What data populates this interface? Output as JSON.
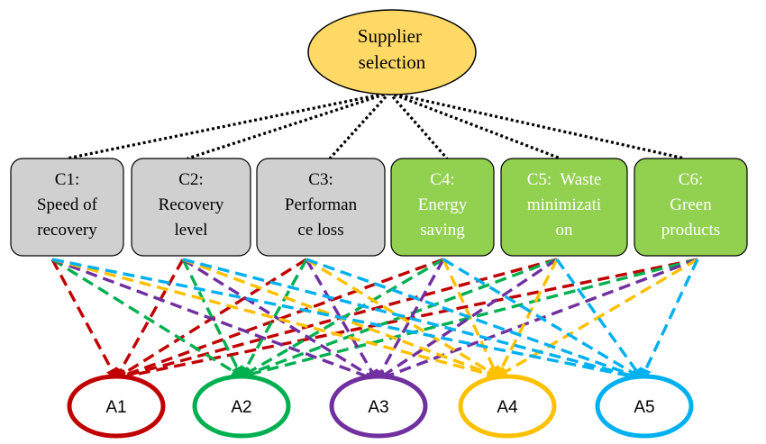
{
  "root": {
    "lines": [
      "Supplier",
      "selection"
    ]
  },
  "criteria": [
    {
      "id": "c1",
      "lines": [
        "C1:",
        "Speed of",
        "recovery"
      ],
      "group": "gray"
    },
    {
      "id": "c2",
      "lines": [
        "C2:",
        "Recovery",
        "level"
      ],
      "group": "gray"
    },
    {
      "id": "c3",
      "lines": [
        "C3:",
        "Performan",
        "ce loss"
      ],
      "group": "gray"
    },
    {
      "id": "c4",
      "lines": [
        "C4:",
        "Energy",
        "saving"
      ],
      "group": "green"
    },
    {
      "id": "c5",
      "lines": [
        "C5:  Waste",
        "minimizati",
        "on"
      ],
      "group": "green"
    },
    {
      "id": "c6",
      "lines": [
        "C6:",
        "Green",
        "products"
      ],
      "group": "green"
    }
  ],
  "alternatives": [
    {
      "id": "a1",
      "label": "A1",
      "color": "#c00000"
    },
    {
      "id": "a2",
      "label": "A2",
      "color": "#00b050"
    },
    {
      "id": "a3",
      "label": "A3",
      "color": "#7030a0"
    },
    {
      "id": "a4",
      "label": "A4",
      "color": "#ffc000"
    },
    {
      "id": "a5",
      "label": "A5",
      "color": "#00b0f0"
    }
  ],
  "colors": {
    "root_fill": "#ffd966",
    "gray_fill": "#d0d0d0",
    "green_fill": "#92d050",
    "gray_text": "#000000",
    "green_text": "#ffffff"
  }
}
